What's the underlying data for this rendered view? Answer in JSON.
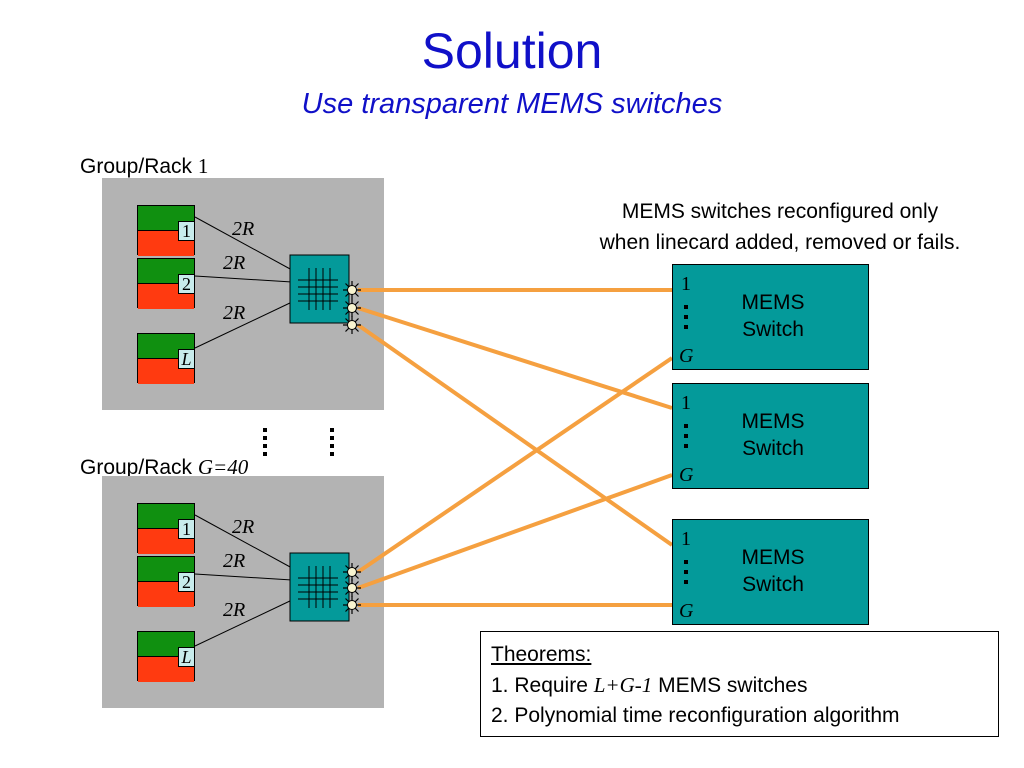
{
  "title": "Solution",
  "subtitle": "Use transparent MEMS switches",
  "groups": [
    {
      "label_prefix": "Group/Rack ",
      "label_index": "1",
      "linecards": [
        "1",
        "2",
        "L"
      ],
      "rates": [
        "2R",
        "2R",
        "2R"
      ]
    },
    {
      "label_prefix": "Group/Rack ",
      "label_index": "G=40",
      "linecards": [
        "1",
        "2",
        "L"
      ],
      "rates": [
        "2R",
        "2R",
        "2R"
      ]
    }
  ],
  "note": {
    "line1": "MEMS switches reconfigured only",
    "line2": "when linecard added, removed or fails."
  },
  "mems_switches": [
    {
      "line1": "MEMS",
      "line2": "Switch",
      "first_port": "1",
      "last_port": "G"
    },
    {
      "line1": "MEMS",
      "line2": "Switch",
      "first_port": "1",
      "last_port": "G"
    },
    {
      "line1": "MEMS",
      "line2": "Switch",
      "first_port": "1",
      "last_port": "G"
    }
  ],
  "theorems": {
    "heading": "Theorems:",
    "item1_prefix": "1. Require ",
    "item1_formula": "L+G-1",
    "item1_suffix": " MEMS switches",
    "item2": "2. Polynomial time reconfiguration algorithm"
  },
  "colors": {
    "title": "#1010c8",
    "rack": "#b3b3b3",
    "linecard_top": "#109010",
    "linecard_bottom": "#ff3a10",
    "switch": "#049a9a",
    "fiber": "#f5a040"
  }
}
